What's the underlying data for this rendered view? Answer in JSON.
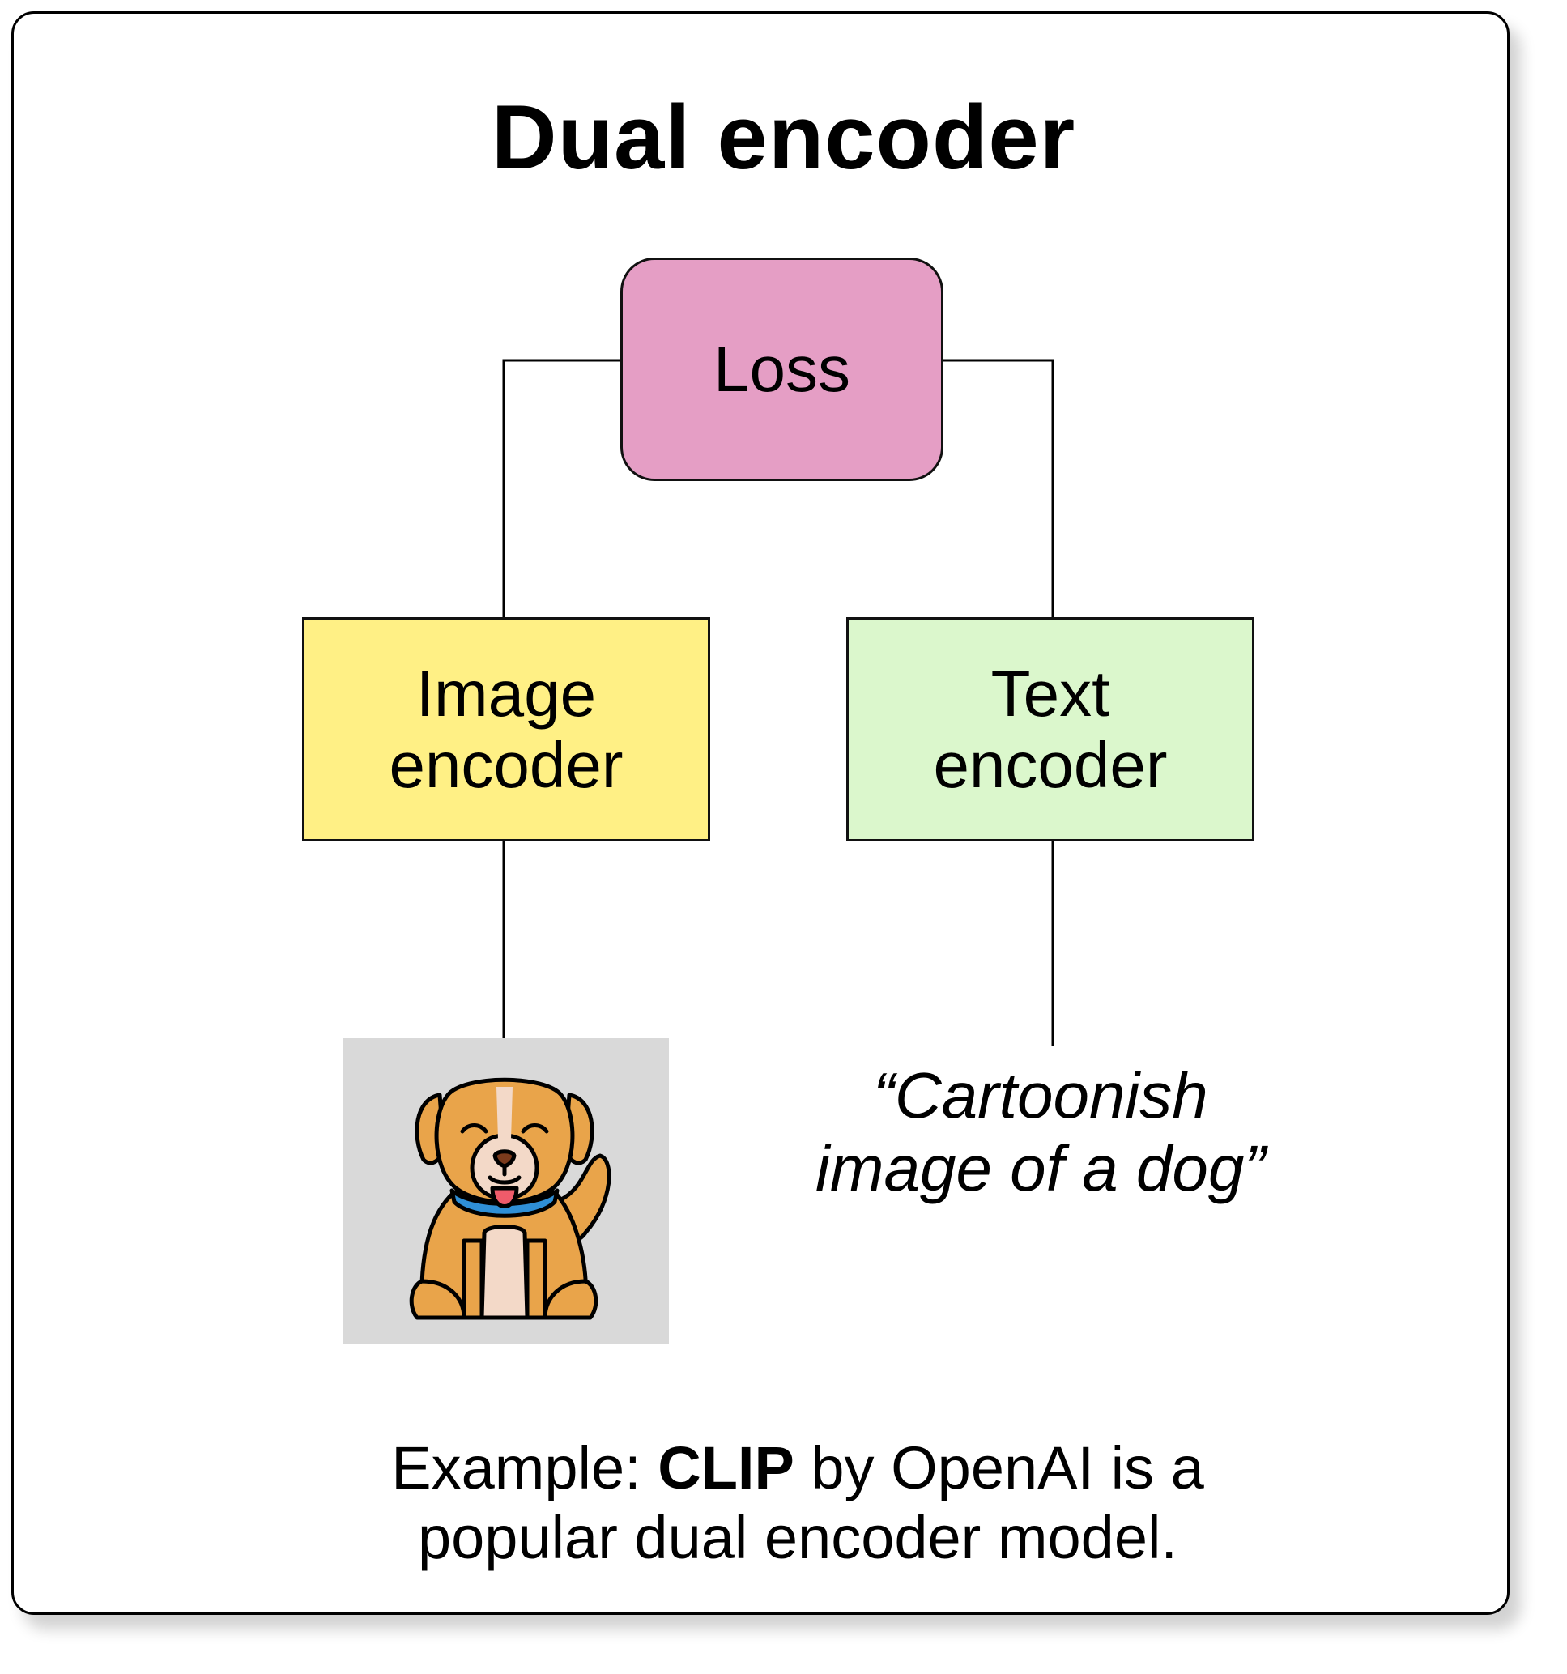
{
  "title": "Dual encoder",
  "nodes": {
    "loss": "Loss",
    "image_encoder": "Image\nencoder",
    "text_encoder": "Text\nencoder"
  },
  "inputs": {
    "image_icon": "dog-icon",
    "text_caption": "“Cartoonish\nimage of a dog”"
  },
  "footnote": {
    "prefix": "Example: ",
    "model": "CLIP",
    "line1_rest": " by OpenAI is a",
    "line2": "popular dual encoder model."
  },
  "colors": {
    "loss": "#e59ec5",
    "image_encoder": "#fff085",
    "text_encoder": "#dbf7cc",
    "image_panel": "#d9d9d9",
    "dog_fur": "#e9a44a",
    "dog_cream": "#f3d9c8",
    "collar": "#2f8fd6",
    "tongue": "#ef5b6a"
  }
}
